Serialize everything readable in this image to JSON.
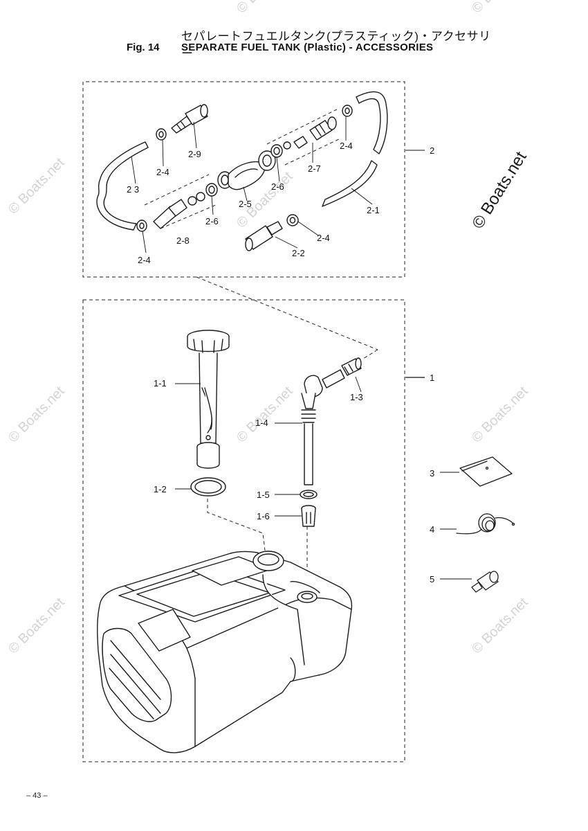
{
  "header": {
    "title_jp": "セパレートフュエルタンク(プラスティック)・アクセサリー",
    "fig_number": "Fig. 14",
    "title_en": "SEPARATE FUEL TANK (Plastic) - ACCESSORIES"
  },
  "callouts": {
    "p2": "2",
    "p2_1": "2-1",
    "p2_2": "2-2",
    "p2_3": "2 3",
    "p2_4a": "2-4",
    "p2_4b": "2-4",
    "p2_4c": "2-4",
    "p2_4d": "2-4",
    "p2_5": "2-5",
    "p2_6a": "2-6",
    "p2_6b": "2-6",
    "p2_7": "2-7",
    "p2_8": "2-8",
    "p2_9": "2-9",
    "p1": "1",
    "p1_1": "1-1",
    "p1_2": "1-2",
    "p1_3": "1-3",
    "p1_4": "1-4",
    "p1_5": "1-5",
    "p1_6": "1-6",
    "p3": "3",
    "p4": "4",
    "p5": "5"
  },
  "watermark": {
    "small": "© Boats.net",
    "large": "© Boats.net"
  },
  "footer": {
    "page_number": "– 43 –"
  },
  "colors": {
    "line": "#1a1a1a",
    "watermark": "#d3d3d3"
  }
}
